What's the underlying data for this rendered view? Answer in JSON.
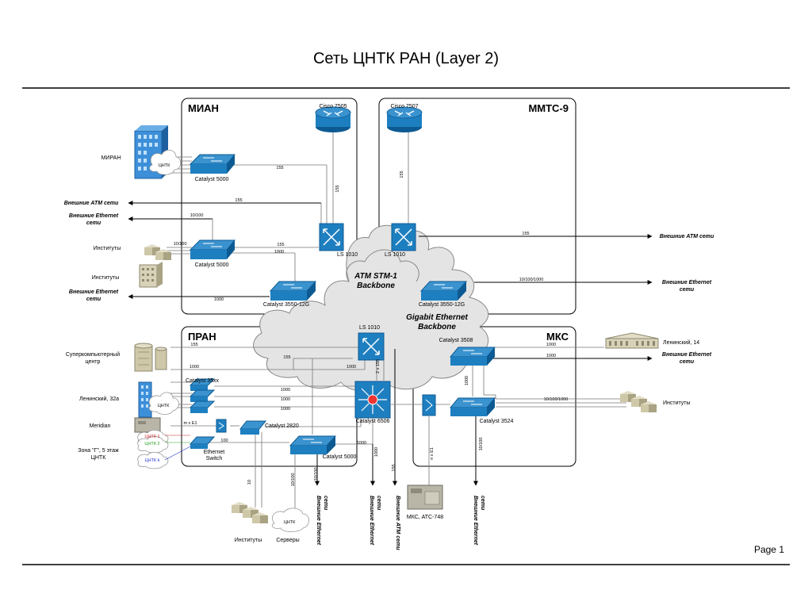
{
  "title": "Сеть ЦНТК РАН (Layer 2)",
  "page_label": "Page 1",
  "regions": {
    "mian": "МИАН",
    "mmts": "ММТС-9",
    "pran": "ПРАН",
    "mks": "МКС"
  },
  "backbone": {
    "atm_line1": "ATM STM-1",
    "atm_line2": "Backbone",
    "ge_line1": "Gigabit Ethernet",
    "ge_line2": "Backbone"
  },
  "devices": {
    "cisco7505": "Cisco 7505",
    "cisco7507": "Cisco 7507",
    "cat5000_miran": "Catalyst 5000",
    "cat5000_inst": "Catalyst 5000",
    "ls1010_mian": "LS 1010",
    "ls1010_mmts": "LS 1010",
    "cat3550_mian": "Catalyst 3550-12G",
    "cat3550_mmts": "Catalyst 3550-12G",
    "ls1010_pran": "LS 1010",
    "cat35xx": "Catalyst 35xx",
    "cat2820": "Catalyst 2820",
    "cat6506": "Catalyst 6506",
    "cat5000_pran": "Catalyst 5000",
    "eth_switch_1": "Ethernet",
    "eth_switch_2": "Switch",
    "cat3508": "Catalyst 3508",
    "cat3524": "Catalyst 3524",
    "mks_atc": "МКС, АТС-748"
  },
  "sites": {
    "miran": "МИРАН",
    "cntk": "ЦНТК",
    "institutes": "Институты",
    "super1": "Суперкомпьютерный",
    "super2": "центр",
    "leninsky32": "Ленинский, 32а",
    "meridian": "Meridian",
    "zona1": "Зона \"Г\", 5 этаж",
    "zona2": "ЦНТК",
    "cntk1": "ЦНТК 1",
    "cntk2": "ЦНТК 2",
    "cntkk": "ЦНТК k",
    "leninsky14": "Ленинский, 14",
    "servers": "Серверы"
  },
  "external": {
    "atm": "Внешние ATM сети",
    "eth1": "Внешние Ethernet",
    "eth2": "сети"
  },
  "links": {
    "l155": "155",
    "l10_100": "10/100",
    "l1000": "1000",
    "l10_100_1000": "10/100/1000",
    "l100": "100",
    "l10": "10",
    "l2x155": "2 x 155",
    "mxe1": "m x E1",
    "nxe1": "n x E1"
  },
  "colors": {
    "device_blue": "#1e7fc0",
    "device_dark": "#0d5a93",
    "router_blue": "#3a93cf",
    "cloud_gray": "#e4e4e4",
    "building_blue": "#3d8fd9",
    "building_tan": "#d8d2b8",
    "cntk1_color": "#cc2222",
    "cntk2_color": "#22a022",
    "cntkk_color": "#2233cc"
  }
}
